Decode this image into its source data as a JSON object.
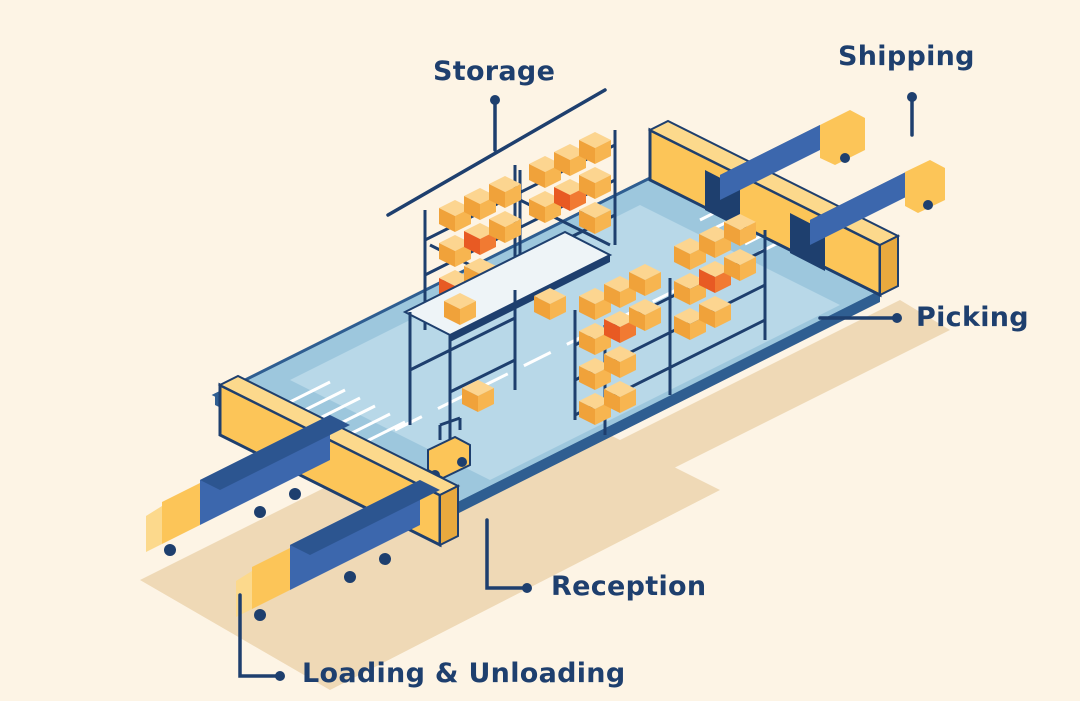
{
  "labels": {
    "storage": "Storage",
    "shipping": "Shipping",
    "picking": "Picking",
    "reception": "Reception",
    "loading": "Loading & Unloading"
  },
  "colors": {
    "background": "#fdf4e5",
    "navy": "#1e3f6e",
    "blue": "#3c67ad",
    "floor": "#9dc7dd",
    "floor_border": "#2f5e91",
    "wall_yellow": "#fcc558",
    "box_orange": "#f4a63c",
    "box_red": "#ee6a2b",
    "shadow": "#efd9b6"
  }
}
